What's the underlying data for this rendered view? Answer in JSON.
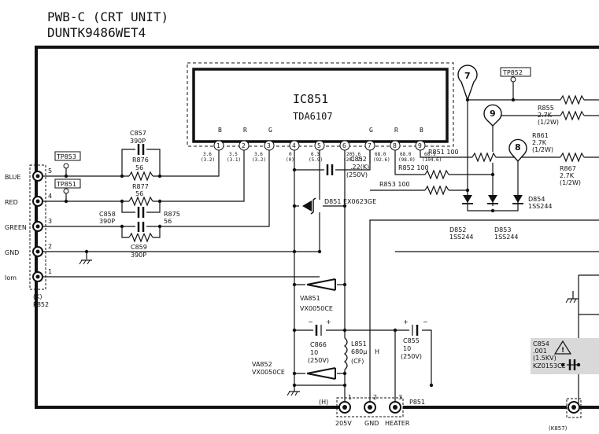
{
  "header": {
    "line1": "PWB-C (CRT UNIT)",
    "line2": "DUNTK9486WET4"
  },
  "ic": {
    "name": "IC851",
    "part": "TDA6107",
    "pins_top": [
      "B",
      "R",
      "G",
      "G",
      "R",
      "B"
    ],
    "pin_numbers": [
      "1",
      "2",
      "3",
      "4",
      "5",
      "6",
      "7",
      "8",
      "9"
    ],
    "voltages": [
      [
        "3.6",
        "(3.2)"
      ],
      [
        "3.5",
        "(3.1)"
      ],
      [
        "3.6",
        "(3.2)"
      ],
      [
        "0",
        "(0)"
      ],
      [
        "6.3",
        "(5.9)"
      ],
      [
        "205.6",
        "(202.7)"
      ],
      [
        "68.0",
        "(92.6)"
      ],
      [
        "68.0",
        "(98.0)"
      ],
      [
        "68.1",
        "(104.6)"
      ]
    ]
  },
  "connector_left": {
    "ref": "(K)",
    "name": "P852",
    "pins": [
      {
        "num": "5",
        "label": "BLUE"
      },
      {
        "num": "4",
        "label": "RED"
      },
      {
        "num": "3",
        "label": "GREEN"
      },
      {
        "num": "2",
        "label": "GND"
      },
      {
        "num": "1",
        "label": "Iom"
      }
    ]
  },
  "testpoints": {
    "tp853": "TP853",
    "tp851": "TP851",
    "tp852": "TP852"
  },
  "markers": [
    "7",
    "9",
    "8"
  ],
  "components": {
    "c857": [
      "C857",
      "390P"
    ],
    "r876": [
      "R876",
      "56"
    ],
    "r877": [
      "R877",
      "56"
    ],
    "c858": [
      "C858",
      "390P"
    ],
    "r875": [
      "R875",
      "56"
    ],
    "c859": [
      "C859",
      "390P"
    ],
    "c852": [
      "C852",
      ".22(K)",
      "(250V)"
    ],
    "r851": "R851 100",
    "r852": "R852 100",
    "r853": "R853 100",
    "d851": "D851 EX0623GE",
    "r855": [
      "R855",
      "2.7K",
      "(1/2W)"
    ],
    "r861": [
      "R861",
      "2.7K",
      "(1/2W)"
    ],
    "r867": [
      "R867",
      "2.7K",
      "(1/2W)"
    ],
    "d854": [
      "D854",
      "1SS244"
    ],
    "d852": [
      "D852",
      "1SS244"
    ],
    "d853": [
      "D853",
      "1SS244"
    ],
    "va851": [
      "VA851",
      "VX0050CE"
    ],
    "va852": [
      "VA852",
      "VX0050CE"
    ],
    "c866": [
      "C866",
      "10",
      "(250V)"
    ],
    "l851": [
      "L851",
      "680μ",
      "(CF)"
    ],
    "h_label": "H",
    "c855": [
      "C855",
      "10",
      "(250V)"
    ],
    "c854": [
      "C854",
      ".001",
      "(1.5KV)",
      "KZ0153CE"
    ]
  },
  "connector_bottom": {
    "ref": "(H)",
    "name": "P851",
    "pins": [
      {
        "num": "1",
        "label": "205V"
      },
      {
        "num": "2",
        "label": "GND"
      },
      {
        "num": "3",
        "label": "HEATER"
      }
    ]
  },
  "k857": "(K857)"
}
